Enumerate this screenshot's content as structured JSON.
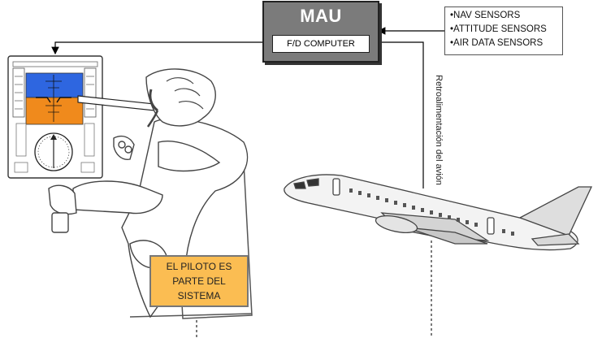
{
  "mau": {
    "title": "MAU",
    "computer_label": "F/D COMPUTER"
  },
  "sensors": {
    "items": [
      "•NAV SENSORS",
      "•ATTITUDE SENSORS",
      "•AIR DATA SENSORS"
    ]
  },
  "feedback_label": "Retroalimentación del avión",
  "pilot_box": {
    "lines": [
      "EL PILOTO ES",
      "PARTE DEL",
      "SISTEMA"
    ]
  },
  "colors": {
    "sky": "#2e66e0",
    "ground": "#f08a1c",
    "pilot_box": "#fbbd52",
    "mau": "#7b7b7b"
  }
}
